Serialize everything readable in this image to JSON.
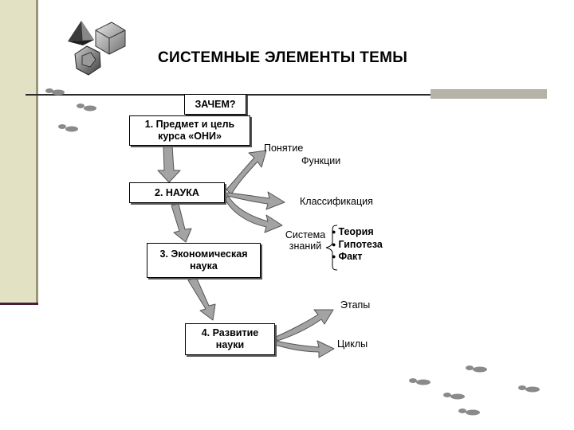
{
  "title": "СИСТЕМНЫЕ ЭЛЕМЕНТЫ ТЕМЫ",
  "boxes": {
    "why": "ЗАЧЕМ?",
    "subject_line1": "1. Предмет и цель",
    "subject_line2": "курса «ОНИ»",
    "science": "2. НАУКА",
    "econ_line1": "3. Экономическая",
    "econ_line2": "наука",
    "dev_line1": "4. Развитие",
    "dev_line2": "науки"
  },
  "labels": {
    "concept": "Понятие",
    "functions": "Функции",
    "classification": "Классификация",
    "system_line1": "Система",
    "system_line2": "знаний",
    "stages": "Этапы",
    "cycles": "Циклы"
  },
  "bullets": [
    "Теория",
    "Гипотеза",
    "Факт"
  ],
  "colors": {
    "arrow_fill": "#a3a3a3",
    "arrow_stroke": "#555555",
    "band": "#e3e1c4",
    "rule_gray": "#b5b3a8"
  }
}
